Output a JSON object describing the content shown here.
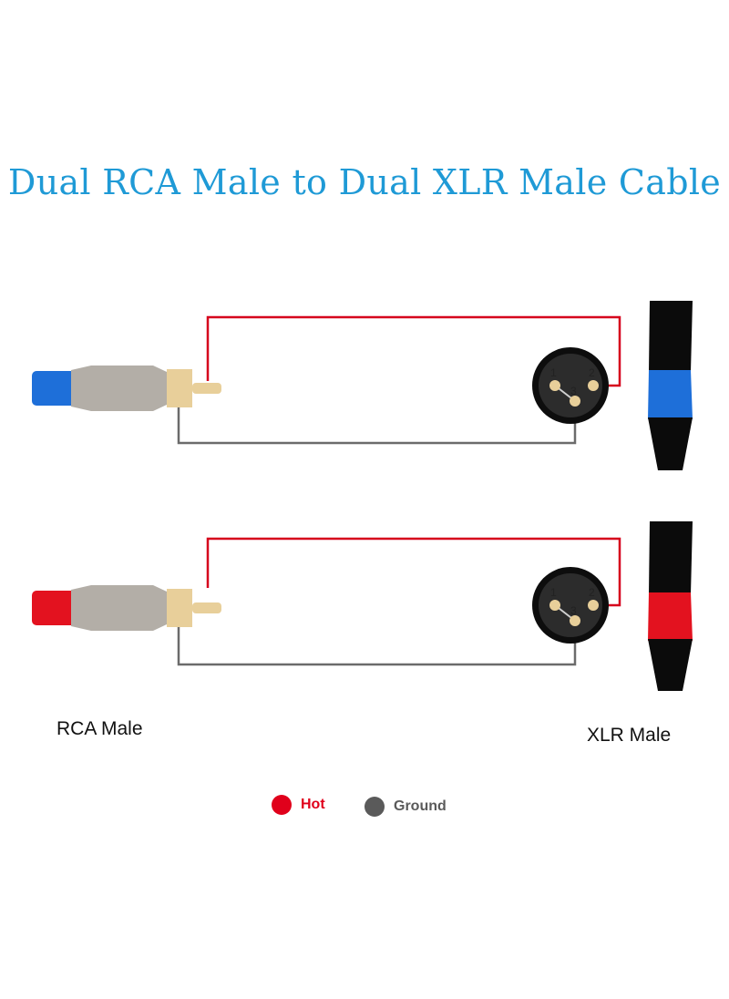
{
  "title": "Dual RCA Male to Dual XLR Male Cable",
  "labels": {
    "rca": "RCA Male",
    "xlr": "XLR Male"
  },
  "pins": [
    "1",
    "2",
    "3"
  ],
  "legend": [
    {
      "label": "Hot",
      "color": "#e0001b"
    },
    {
      "label": "Ground",
      "color": "#5a5a5a"
    }
  ],
  "colors": {
    "title": "#1f9ad6",
    "hot_wire": "#d6001c",
    "ground_wire": "#6b6b6b",
    "rca_body": "#b3aea7",
    "brass": "#e8cf9a",
    "blue_band": "#1e6fd9",
    "red_band": "#e3121f",
    "xlr_body": "#111111"
  },
  "cables": [
    {
      "channel_color": "blue"
    },
    {
      "channel_color": "red"
    }
  ]
}
